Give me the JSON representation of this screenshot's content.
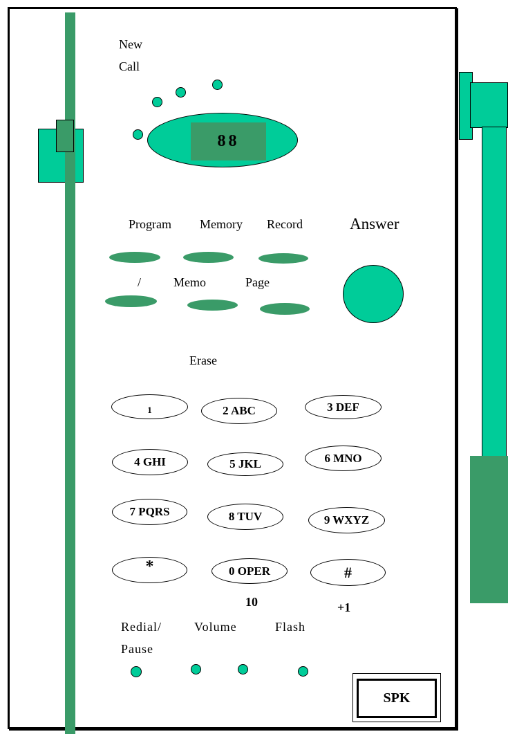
{
  "indicators": {
    "new_call_line1": "New",
    "new_call_line2": "Call"
  },
  "display": {
    "digits": "88"
  },
  "function_labels": {
    "program": "Program",
    "memory": "Memory",
    "record": "Record",
    "answer": "Answer",
    "slash": "/",
    "memo": "Memo",
    "page": "Page",
    "erase": "Erase"
  },
  "keypad": {
    "keys": [
      "1",
      "2 ABC",
      "3 DEF",
      "4 GHI",
      "5 JKL",
      "6 MNO",
      "7 PQRS",
      "8 TUV",
      "9 WXYZ",
      "*",
      "0 OPER",
      "#"
    ],
    "below_zero": "10",
    "below_hash": "+1"
  },
  "bottom_labels": {
    "redial_line1": "Redial/",
    "redial_line2": "Pause",
    "volume": "Volume",
    "flash": "Flash"
  },
  "speaker": {
    "label": "SPK"
  },
  "colors": {
    "teal": "#00cc99",
    "dark_green": "#3a9b68"
  }
}
